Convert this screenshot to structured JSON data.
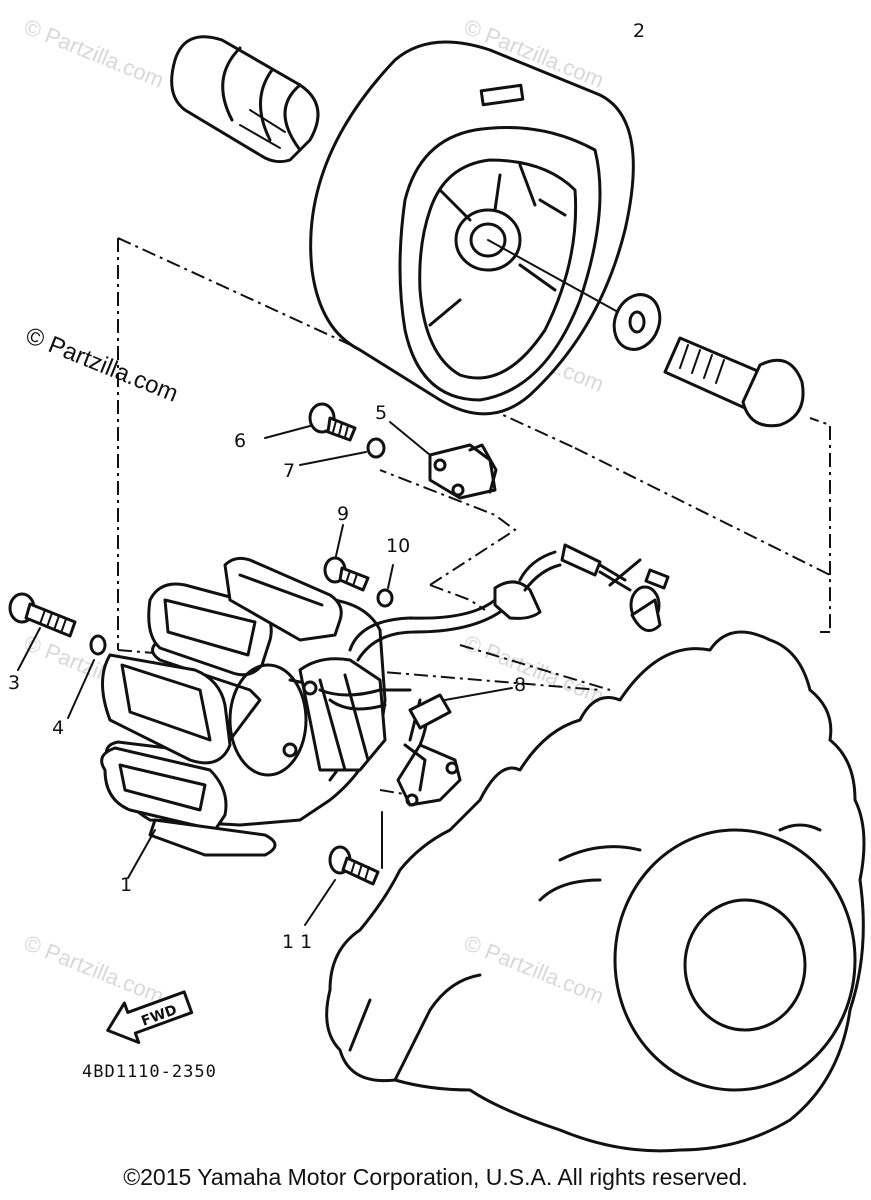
{
  "diagram": {
    "callouts": {
      "c1": "1",
      "c2": "2",
      "c3": "3",
      "c4": "4",
      "c5": "5",
      "c6": "6",
      "c7": "7",
      "c8": "8",
      "c9": "9",
      "c10": "10",
      "c11": "11"
    },
    "fwd_label": "FWD",
    "part_number": "4BD1110-2350"
  },
  "watermark": {
    "main": "© Partzilla.com",
    "faint": "© Partzilla.com"
  },
  "footer": {
    "copyright": "©2015 Yamaha Motor Corporation, U.S.A. All rights reserved."
  }
}
